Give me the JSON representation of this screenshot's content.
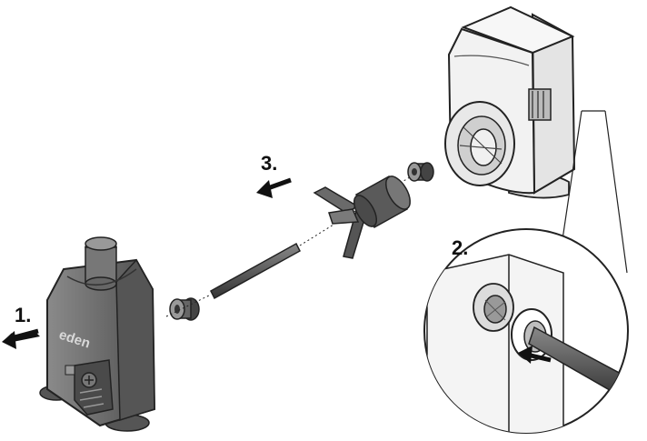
{
  "steps": [
    {
      "number": "1.",
      "action": "remove-pump"
    },
    {
      "number": "2.",
      "action": "push-out-shaft"
    },
    {
      "number": "3.",
      "action": "pull-out-impeller"
    }
  ],
  "pump_brand_text": "eden",
  "colors": {
    "pump_body": "#6f6f6f",
    "pump_dark": "#3f3f3f",
    "outline": "#222222",
    "light_housing": "#f2f2f2",
    "arrow": "#111111"
  }
}
